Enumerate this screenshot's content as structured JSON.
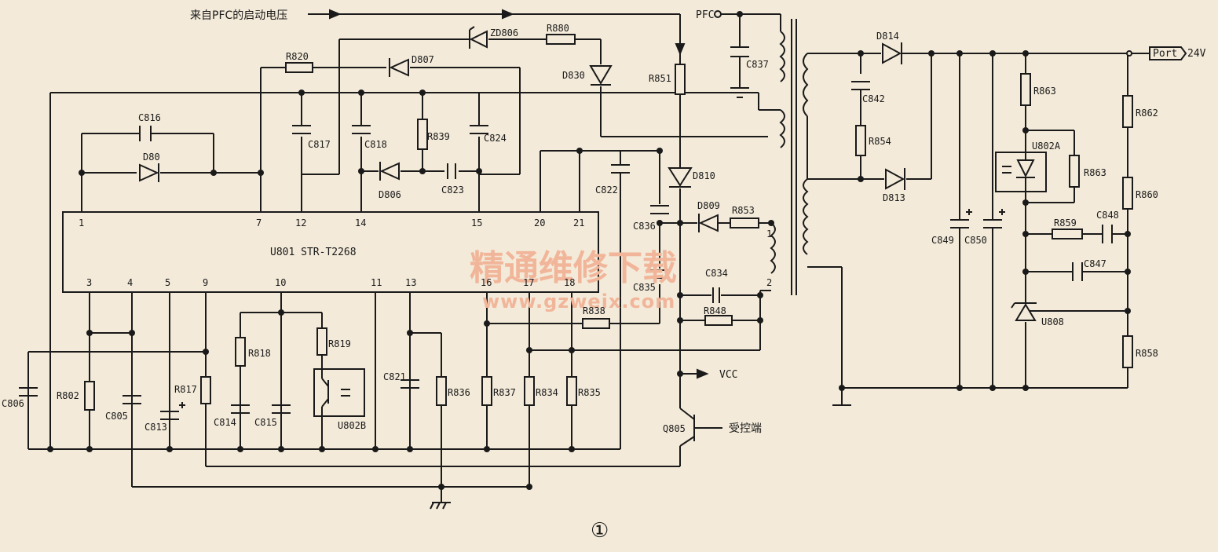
{
  "labels": {
    "pfc_start": "来自PFC的启动电压",
    "pfc": "PFC",
    "port": "Port",
    "v24": "24V",
    "vcc": "VCC",
    "controlled": "受控端",
    "figure_no": "①",
    "ic_name": "U801  STR-T2268",
    "u802a": "U802A",
    "u802b": "U802B",
    "u808": "U808",
    "q805": "Q805"
  },
  "pins_top": [
    "1",
    "7",
    "12",
    "14",
    "15",
    "20",
    "21"
  ],
  "pins_bottom": [
    "3",
    "4",
    "5",
    "9",
    "10",
    "11",
    "13",
    "16",
    "17",
    "18"
  ],
  "xfmr_pins": [
    "1",
    "2"
  ],
  "components": {
    "R820": "R820",
    "D807": "D807",
    "ZD806": "ZD806",
    "R880": "R880",
    "D830": "D830",
    "R851": "R851",
    "C837": "C837",
    "C816": "C816",
    "D80": "D80",
    "C817": "C817",
    "C818": "C818",
    "R839": "R839",
    "C824": "C824",
    "D806": "D806",
    "C823": "C823",
    "C822": "C822",
    "D810": "D810",
    "C836": "C836",
    "D809": "D809",
    "R853": "R853",
    "C835": "C835",
    "C834": "C834",
    "R838": "R838",
    "R848": "R848",
    "C806": "C806",
    "R802": "R802",
    "C805": "C805",
    "C813": "C813",
    "R817": "R817",
    "R818": "R818",
    "C814": "C814",
    "C815": "C815",
    "R819": "R819",
    "C821": "C821",
    "R836": "R836",
    "R837": "R837",
    "R834": "R834",
    "R835": "R835",
    "D814": "D814",
    "C842": "C842",
    "R854": "R854",
    "D813": "D813",
    "C849": "C849",
    "C850": "C850",
    "R863a": "R863",
    "R863b": "R863",
    "R859": "R859",
    "C848": "C848",
    "C847": "C847",
    "R862": "R862",
    "R860": "R860",
    "R858": "R858"
  },
  "watermark": {
    "title": "精通维修下载",
    "url": "www.gzweix.com"
  }
}
